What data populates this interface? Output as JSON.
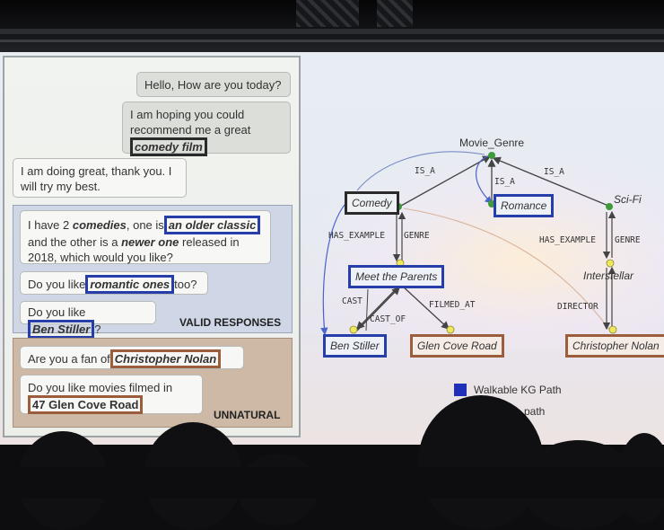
{
  "chat": {
    "b1": "Hello, How are you today?",
    "b2_a": "I am hoping you could",
    "b2_b": "recommend me a great",
    "b2_hl": "comedy film",
    "b3_a": "I am doing great, thank you. I",
    "b3_b": "will try my best.",
    "b4_a": "I have 2",
    "b4_bold1": "comedies",
    "b4_b": ", one is",
    "b4_hl": "an older classic",
    "b4_c": "and the other is a",
    "b4_bold2": "newer one",
    "b4_d": "released in",
    "b4_e": "2018, which would you like?",
    "b5_a": "Do you like",
    "b5_hl": "romantic ones",
    "b5_b": "too?",
    "b6_a": "Do you like",
    "b6_hl": "Ben Stiller",
    "b6_b": "?",
    "valid_label": "VALID RESPONSES",
    "b7_a": "Are you a fan of",
    "b7_hl": "Christopher Nolan",
    "b8_a": "Do you like movies filmed in",
    "b8_hl": "47 Glen Cove Road",
    "unnatural_label": "UNNATURAL"
  },
  "graph": {
    "movie_genre": "Movie_Genre",
    "comedy": "Comedy",
    "romance": "Romance",
    "scifi": "Sci-Fi",
    "meet_parents": "Meet the Parents",
    "interstellar": "Interstellar",
    "ben_stiller": "Ben Stiller",
    "glen_cove": "Glen Cove Road",
    "nolan": "Christopher Nolan",
    "is_a": "IS_A",
    "has_example": "HAS_EXAMPLE",
    "genre": "GENRE",
    "cast": "CAST",
    "cast_of": "CAST_OF",
    "filmed_at": "FILMED_AT",
    "director": "DIRECTOR"
  },
  "legend": {
    "walkable": "Walkable KG Path",
    "other": "path"
  },
  "colors": {
    "blue_outline": "#263eaa",
    "brown_outline": "#9b5d3c",
    "green_node": "#3e9b3a",
    "yellow_node": "#efe85a"
  }
}
